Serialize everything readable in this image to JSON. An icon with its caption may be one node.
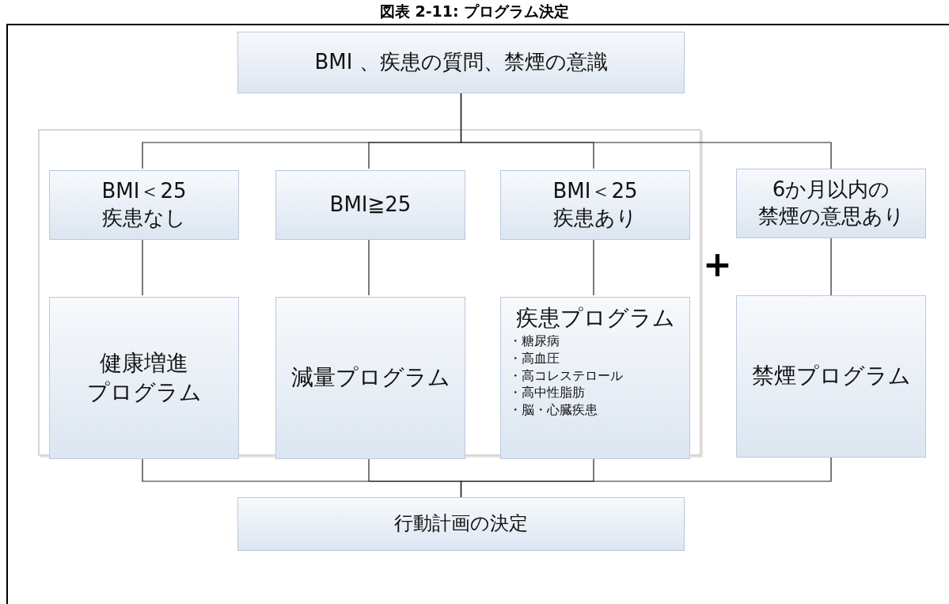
{
  "diagram": {
    "title": "図表 2-11: プログラム決定",
    "nodes": [
      {
        "text": [
          "BMI 、疾患の質問、禁煙の意識"
        ]
      },
      {
        "text": [],
        "shape": "box"
      },
      {
        "text": [
          "BMI＜25疾患なし"
        ],
        "in": 1
      },
      {
        "text": [
          "BMI≧25"
        ],
        "in": 1
      },
      {
        "text": [
          "BMI＜25疾患あり"
        ],
        "in": 1
      },
      {
        "text": [
          "6か月以内の禁煙の意思あり"
        ]
      },
      {
        "text": [
          "健康増進プログラム"
        ],
        "in": 1
      },
      {
        "text": [
          "減量プログラム"
        ],
        "in": 1
      },
      {
        "text": [
          "疾患プログラム",
          "・糖尿病",
          "・高血圧",
          "・高コレステロール",
          "・高中性脂肪",
          "・脳・心臓疾患"
        ],
        "in": 1
      },
      {
        "text": [
          "禁煙プログラム"
        ]
      },
      {
        "text": [
          "行動計画の決定"
        ]
      }
    ],
    "edges": [
      {
        "from": 0,
        "to": 2,
        "arrow": "none"
      },
      {
        "from": 0,
        "to": 3,
        "arrow": "none"
      },
      {
        "from": 0,
        "to": 4,
        "arrow": "none"
      },
      {
        "from": 0,
        "to": 5,
        "arrow": "none"
      },
      {
        "from": 2,
        "to": 6,
        "arrow": "none"
      },
      {
        "from": 3,
        "to": 7,
        "arrow": "none"
      },
      {
        "from": 4,
        "to": 8,
        "arrow": "none"
      },
      {
        "from": 5,
        "to": 9,
        "arrow": "none"
      },
      {
        "from": 6,
        "to": 10,
        "arrow": "none"
      },
      {
        "from": 7,
        "to": 10,
        "arrow": "none"
      },
      {
        "from": 8,
        "to": 10,
        "arrow": "none"
      },
      {
        "from": 9,
        "to": 10,
        "arrow": "none"
      }
    ],
    "labels": [
      "+"
    ]
  }
}
